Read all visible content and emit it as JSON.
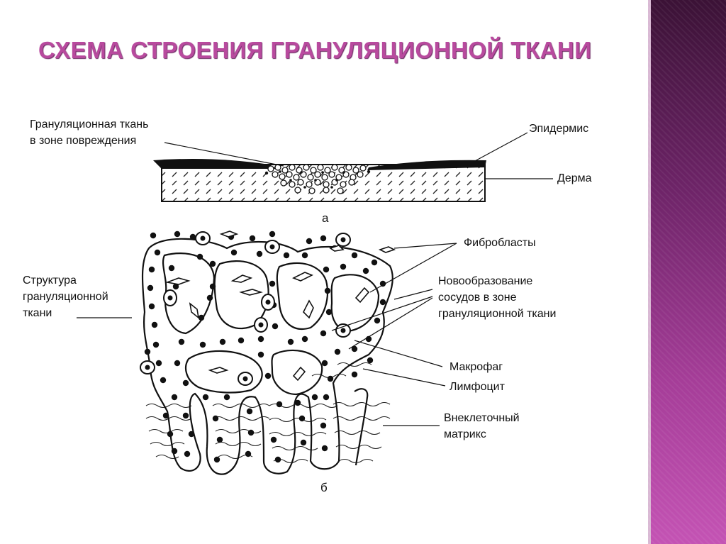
{
  "title": "СХЕМА СТРОЕНИЯ ГРАНУЛЯЦИОННОЙ ТКАНИ",
  "diagram_a": {
    "caption": "а",
    "labels": {
      "granulation_zone": "Грануляционная ткань\nв зоне повреждения",
      "epidermis": "Эпидермис",
      "dermis": "Дерма"
    }
  },
  "diagram_b": {
    "caption": "б",
    "labels": {
      "structure": "Структура\nгрануляционной\nткани",
      "fibroblasts": "Фибробласты",
      "new_vessels": "Новообразование\nсосудов в зоне\nгрануляционной ткани",
      "macrophage": "Макрофаг",
      "lymphocyte": "Лимфоцит",
      "matrix": "Внеклеточный\nматрикс"
    }
  },
  "colors": {
    "title": "#b84a9e",
    "band_top": "#3b1236",
    "band_bottom": "#c453b4"
  }
}
